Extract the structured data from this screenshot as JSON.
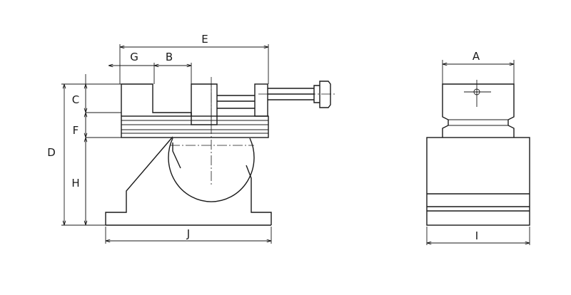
{
  "dimensions": {
    "A": "A",
    "B": "B",
    "C": "C",
    "D": "D",
    "E": "E",
    "F": "F",
    "G": "G",
    "H": "H",
    "I": "I",
    "J": "J"
  }
}
